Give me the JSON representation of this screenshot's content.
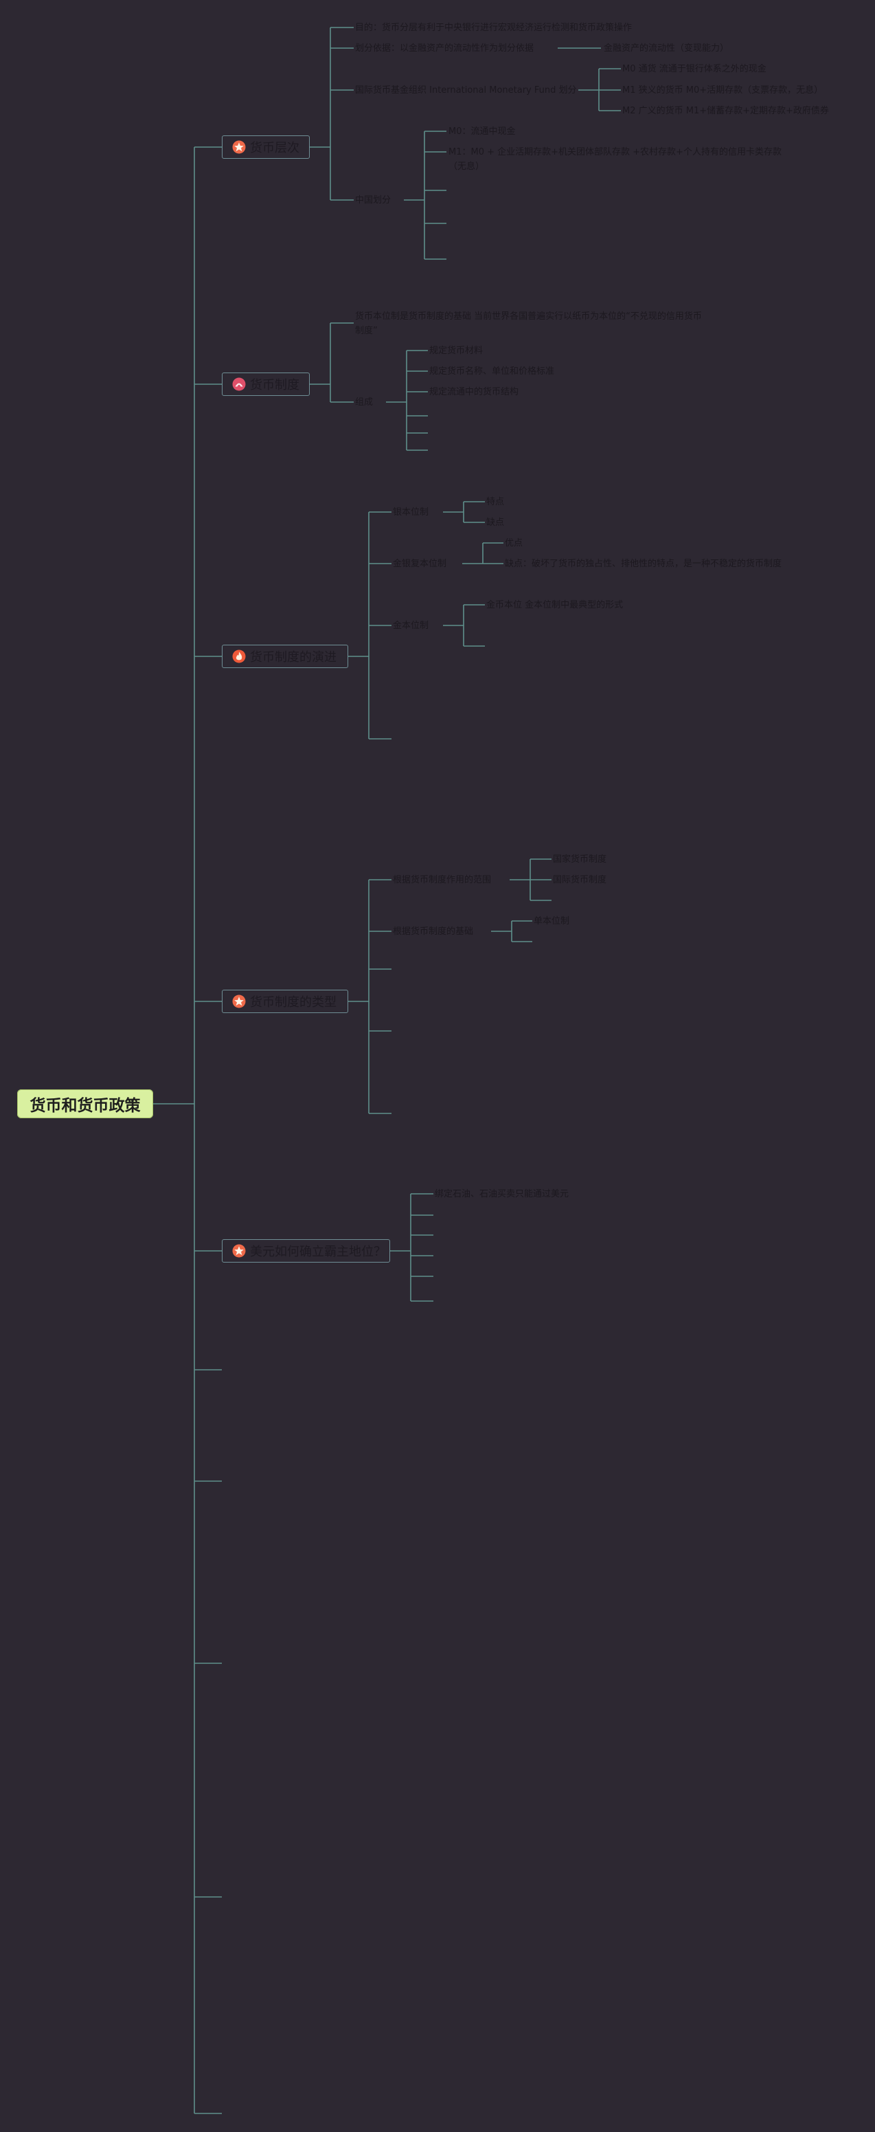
{
  "root": {
    "label": "货币和货币政策"
  },
  "topics": [
    {
      "id": "money-levels",
      "icon": "star-icon",
      "label": "货币层次",
      "children": [
        {
          "label": "目的：货币分层有利于中央银行进行宏观经济运行检测和货币政策操作"
        },
        {
          "label": "划分依据：以金融资产的流动性作为划分依据",
          "children": [
            {
              "label": "金融资产的流动性（变现能力）"
            }
          ]
        },
        {
          "label": "国际货币基金组织 International Monetary Fund 划分",
          "children": [
            {
              "label": "M0 通货 流通于银行体系之外的现金"
            },
            {
              "label": "M1 狭义的货币 M0+活期存款（支票存款，无息）"
            },
            {
              "label": "M2 广义的货币 M1+储蓄存款+定期存款+政府债券"
            }
          ]
        },
        {
          "label": "中国划分",
          "children": [
            {
              "label": "M0：流通中现金"
            },
            {
              "label": "M1：M0 + 企业活期存款+机关团体部队存款 +农村存款+个人持有的信用卡类存款（无息）"
            },
            {
              "label": ""
            },
            {
              "label": ""
            },
            {
              "label": ""
            }
          ]
        }
      ]
    },
    {
      "id": "monetary-system",
      "icon": "lotus-icon",
      "label": "货币制度",
      "children": [
        {
          "label": "货币本位制是货币制度的基础 当前世界各国普遍实行以纸币为本位的“不兑现的信用货币制度”"
        },
        {
          "label": "组成",
          "children": [
            {
              "label": "规定货币材料"
            },
            {
              "label": "规定货币名称、单位和价格标准"
            },
            {
              "label": "规定流通中的货币结构"
            },
            {
              "label": ""
            },
            {
              "label": ""
            },
            {
              "label": ""
            }
          ]
        }
      ]
    },
    {
      "id": "system-evolution",
      "icon": "fire-icon",
      "label": "货币制度的演进",
      "children": [
        {
          "label": "银本位制",
          "children": [
            {
              "label": "特点"
            },
            {
              "label": "缺点"
            }
          ]
        },
        {
          "label": "金银复本位制",
          "children": [
            {
              "label": "优点"
            },
            {
              "label": "缺点：破坏了货币的独占性、排他性的特点，是一种不稳定的货币制度"
            }
          ]
        },
        {
          "label": "金本位制",
          "children": [
            {
              "label": "金币本位 金本位制中最典型的形式"
            },
            {
              "label": ""
            }
          ]
        },
        {
          "label": ""
        }
      ]
    },
    {
      "id": "system-types",
      "icon": "star-icon",
      "label": "货币制度的类型",
      "children": [
        {
          "label": "根据货币制度作用的范围",
          "children": [
            {
              "label": "国家货币制度"
            },
            {
              "label": "国际货币制度"
            },
            {
              "label": ""
            }
          ]
        },
        {
          "label": "根据货币制度的基础",
          "children": [
            {
              "label": "单本位制"
            },
            {
              "label": ""
            }
          ]
        },
        {
          "label": ""
        },
        {
          "label": ""
        },
        {
          "label": ""
        },
        {
          "label": ""
        }
      ]
    },
    {
      "id": "dollar-hegemony",
      "icon": "star-icon",
      "label": "美元如何确立霸主地位？",
      "children": [
        {
          "label": "绑定石油、石油买卖只能通过美元"
        },
        {
          "label": ""
        },
        {
          "label": ""
        },
        {
          "label": ""
        },
        {
          "label": ""
        },
        {
          "label": ""
        }
      ]
    }
  ],
  "colors": {
    "background": "#2d2832",
    "line": "#5f8f8b",
    "root_fill": "#d9f0a0",
    "icon_accent": "#ef6a4a"
  }
}
